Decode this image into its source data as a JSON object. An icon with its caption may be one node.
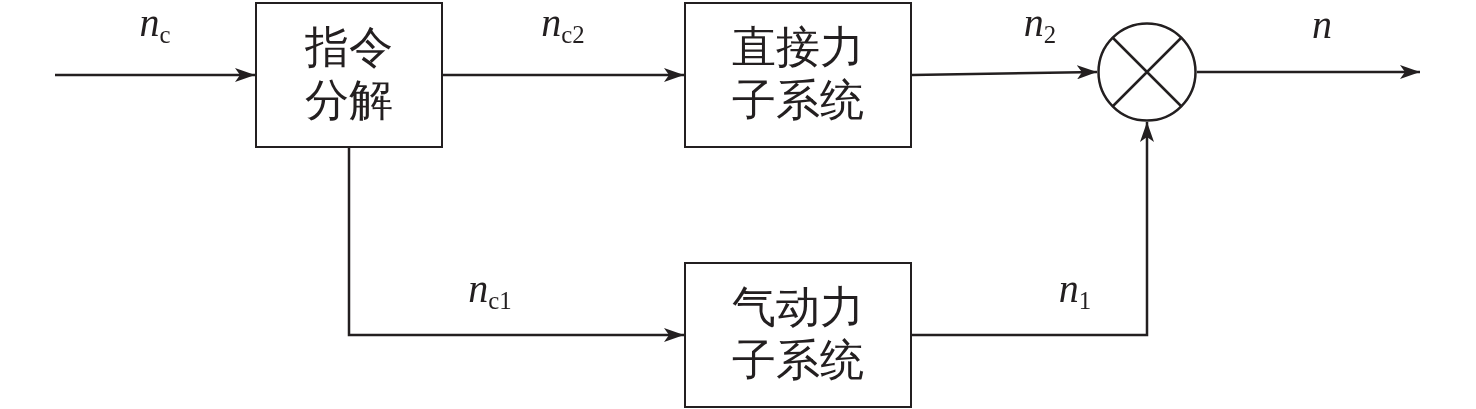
{
  "diagram": {
    "nodes": [
      {
        "text": [
          "指令分解"
        ]
      },
      {
        "text": [
          "直接力子系统"
        ]
      },
      {
        "text": [
          "气动力子系统"
        ]
      },
      {
        "text": [],
        "shape": "circle"
      }
    ],
    "edges": [
      {
        "from": null,
        "to": 0,
        "arrow": "to",
        "label": "*n*$_{c}$"
      },
      {
        "from": 0,
        "to": 1,
        "arrow": "to",
        "label": "*n*$_{c2}$"
      },
      {
        "from": 1,
        "to": 3,
        "arrow": "to",
        "label": "*n*$_{2}$"
      },
      {
        "from": 0,
        "to": 2,
        "arrow": "to",
        "label": "*n*$_{c1}$"
      },
      {
        "from": 2,
        "to": 3,
        "arrow": "to",
        "label": "*n*$_{1}$"
      },
      {
        "from": 3,
        "to": null,
        "arrow": "to",
        "label": "*n*"
      }
    ]
  }
}
